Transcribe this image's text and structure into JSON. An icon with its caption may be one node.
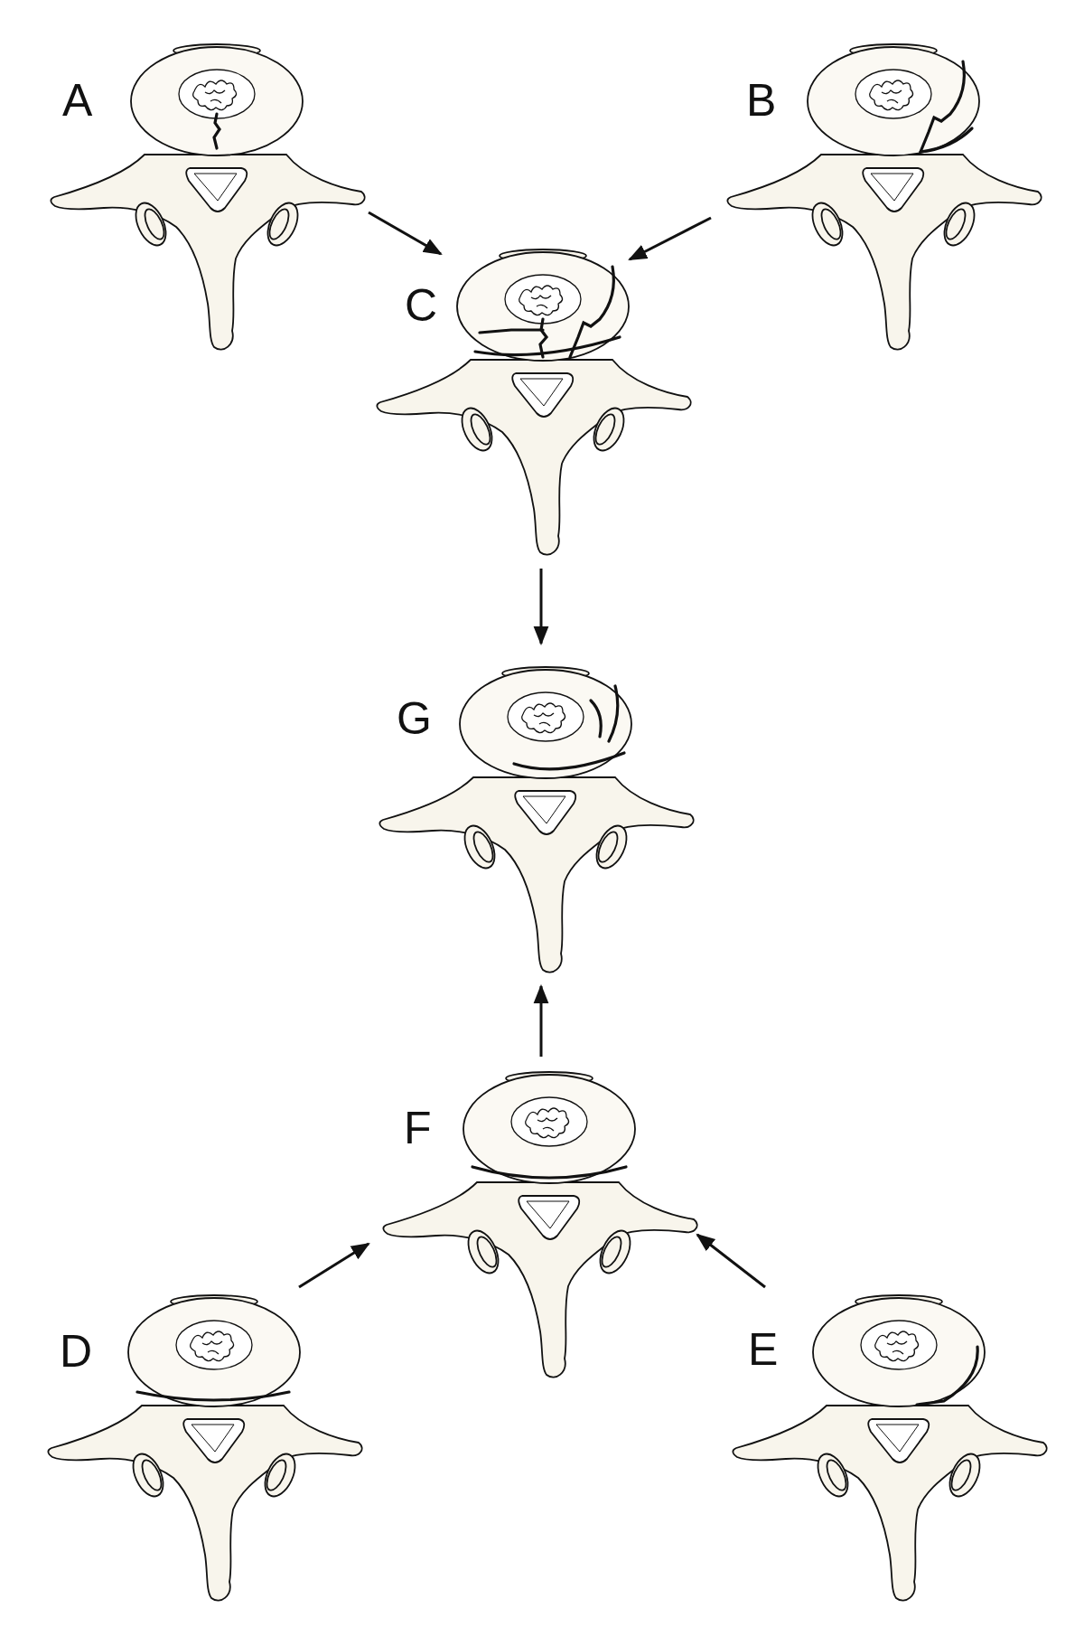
{
  "diagram": {
    "nodes": [
      {
        "text": [
          "A"
        ]
      },
      {
        "text": [
          "B"
        ]
      },
      {
        "text": [
          "C"
        ]
      },
      {
        "text": [
          "G"
        ]
      },
      {
        "text": [
          "F"
        ]
      },
      {
        "text": [
          "D"
        ]
      },
      {
        "text": [
          "E"
        ]
      }
    ],
    "edges": [
      {
        "from": 0,
        "to": 2,
        "arrow": "to"
      },
      {
        "from": 1,
        "to": 2,
        "arrow": "to"
      },
      {
        "from": 2,
        "to": 3,
        "arrow": "to"
      },
      {
        "from": 5,
        "to": 4,
        "arrow": "to"
      },
      {
        "from": 6,
        "to": 4,
        "arrow": "to"
      },
      {
        "from": 4,
        "to": 3,
        "arrow": "to"
      }
    ]
  }
}
